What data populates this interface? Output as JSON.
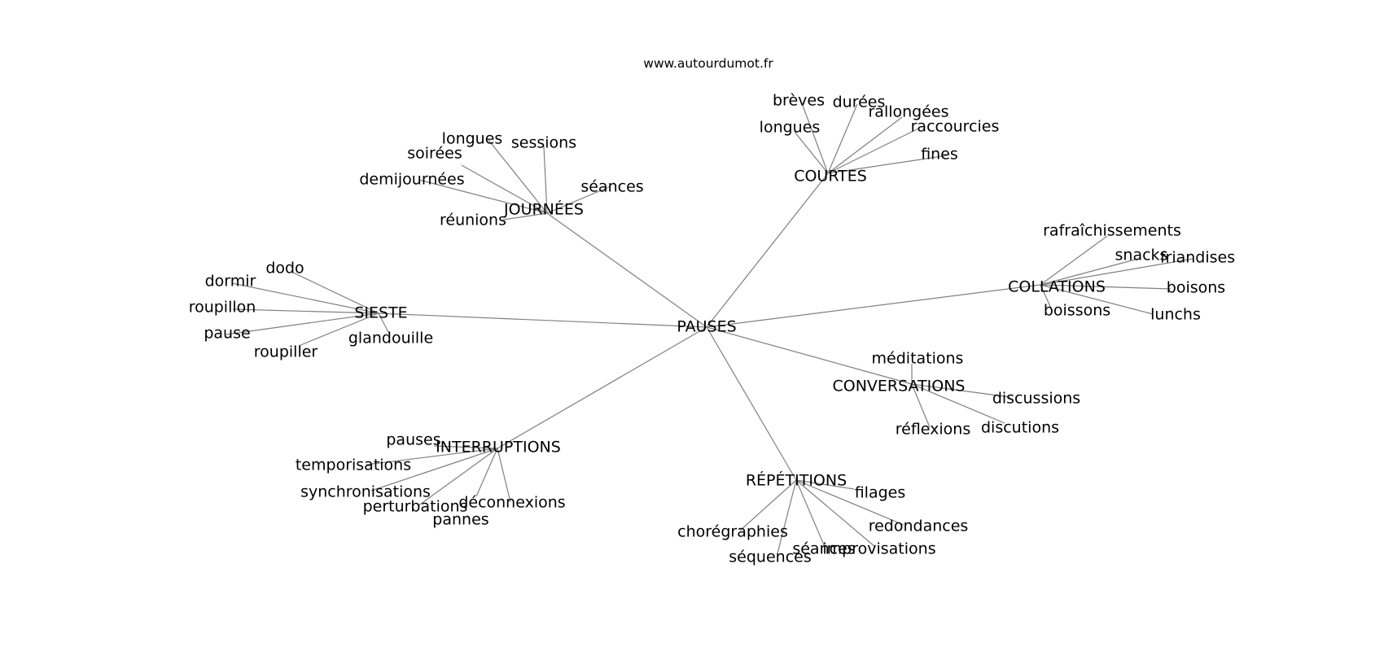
{
  "site": "www.autourdumot.fr",
  "graph": {
    "root": "PAUSES",
    "clusters": [
      {
        "name": "JOURNÉES",
        "words": [
          "longues",
          "sessions",
          "soirées",
          "demijournées",
          "séances",
          "réunions"
        ]
      },
      {
        "name": "COURTES",
        "words": [
          "brèves",
          "durées",
          "rallongées",
          "longues",
          "raccourcies",
          "fines"
        ]
      },
      {
        "name": "COLLATIONS",
        "words": [
          "rafraîchissements",
          "snacks",
          "friandises",
          "boisons",
          "boissons",
          "lunchs"
        ]
      },
      {
        "name": "SIESTE",
        "words": [
          "dodo",
          "dormir",
          "roupillon",
          "pause",
          "roupiller",
          "glandouille"
        ]
      },
      {
        "name": "CONVERSATIONS",
        "words": [
          "méditations",
          "discussions",
          "réflexions",
          "discutions"
        ]
      },
      {
        "name": "INTERRUPTIONS",
        "words": [
          "pauses",
          "temporisations",
          "synchronisations",
          "perturbations",
          "déconnexions",
          "pannes"
        ]
      },
      {
        "name": "RÉPÉTITIONS",
        "words": [
          "filages",
          "chorégraphies",
          "redondances",
          "séances",
          "improvisations",
          "séquences"
        ]
      }
    ]
  }
}
